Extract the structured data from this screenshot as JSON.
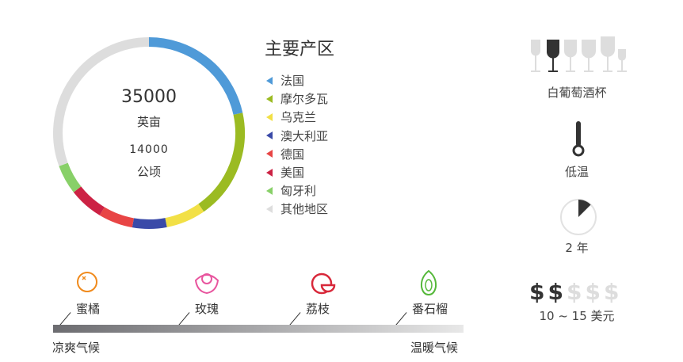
{
  "donut": {
    "total": "35000",
    "unit1": "英亩",
    "hectares": "14000",
    "unit2": "公顷",
    "segments": [
      {
        "name": "法国",
        "percent": 21.6,
        "color": "#4f9ad8"
      },
      {
        "name": "摩尔多瓦",
        "percent": 18.7,
        "color": "#9bbb22"
      },
      {
        "name": "乌克兰",
        "percent": 6.7,
        "color": "#f2e046"
      },
      {
        "name": "澳大利亚",
        "percent": 5.8,
        "color": "#3a4aa8"
      },
      {
        "name": "德国",
        "percent": 5.8,
        "color": "#e84545"
      },
      {
        "name": "美国",
        "percent": 5.8,
        "color": "#cc2244"
      },
      {
        "name": "匈牙利",
        "percent": 5.0,
        "color": "#88d068"
      },
      {
        "name": "其他地区",
        "percent": 30.6,
        "color": "#dddddd"
      }
    ]
  },
  "legend": {
    "title": "主要产区",
    "items": [
      "法国",
      "摩尔多瓦",
      "乌克兰",
      "澳大利亚",
      "德国",
      "美国",
      "匈牙利",
      "其他地区"
    ]
  },
  "glass": {
    "label": "白葡萄酒杯",
    "selected_index": 1
  },
  "temperature": {
    "label": "低温"
  },
  "aging": {
    "label": "2 年",
    "fraction": 0.125
  },
  "price": {
    "label": "10 ~ 15 美元",
    "level": 2,
    "max": 5,
    "symbol": "$"
  },
  "climate": {
    "left": "凉爽气候",
    "right": "温暖气候",
    "fruits": [
      {
        "name": "蜜橘",
        "color": "#f08a1c",
        "icon": "orange-icon"
      },
      {
        "name": "玫瑰",
        "color": "#e8559e",
        "icon": "rose-icon"
      },
      {
        "name": "荔枝",
        "color": "#d8283a",
        "icon": "lychee-icon"
      },
      {
        "name": "番石榴",
        "color": "#55b83a",
        "icon": "guava-icon"
      }
    ]
  }
}
